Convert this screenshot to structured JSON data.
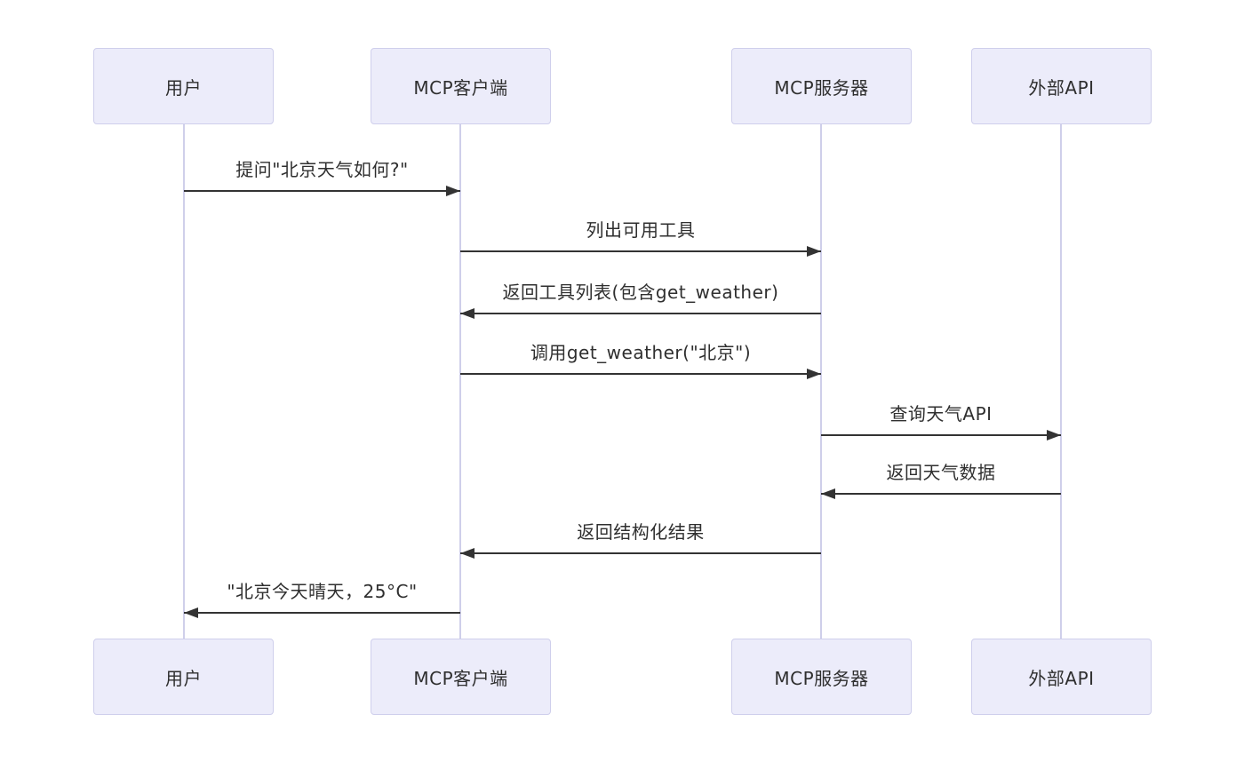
{
  "colors": {
    "background": "#ffffff",
    "actor_fill": "#ececfa",
    "actor_border": "#cfcfec",
    "lifeline": "#cfcfea",
    "arrow": "#333333",
    "text": "#2f2f2f"
  },
  "actors": [
    {
      "id": "user",
      "label": "用户"
    },
    {
      "id": "mcp-client",
      "label": "MCP客户端"
    },
    {
      "id": "mcp-server",
      "label": "MCP服务器"
    },
    {
      "id": "external-api",
      "label": "外部API"
    }
  ],
  "messages": [
    {
      "label": "提问\"北京天气如何?\"",
      "from": "用户",
      "to": "MCP客户端",
      "direction": "right"
    },
    {
      "label": "列出可用工具",
      "from": "MCP客户端",
      "to": "MCP服务器",
      "direction": "right"
    },
    {
      "label": "返回工具列表(包含get_weather)",
      "from": "MCP服务器",
      "to": "MCP客户端",
      "direction": "left"
    },
    {
      "label": "调用get_weather(\"北京\")",
      "from": "MCP客户端",
      "to": "MCP服务器",
      "direction": "right"
    },
    {
      "label": "查询天气API",
      "from": "MCP服务器",
      "to": "外部API",
      "direction": "right"
    },
    {
      "label": "返回天气数据",
      "from": "外部API",
      "to": "MCP服务器",
      "direction": "left"
    },
    {
      "label": "返回结构化结果",
      "from": "MCP服务器",
      "to": "MCP客户端",
      "direction": "left"
    },
    {
      "label": "\"北京今天晴天，25°C\"",
      "from": "MCP客户端",
      "to": "用户",
      "direction": "left"
    }
  ]
}
